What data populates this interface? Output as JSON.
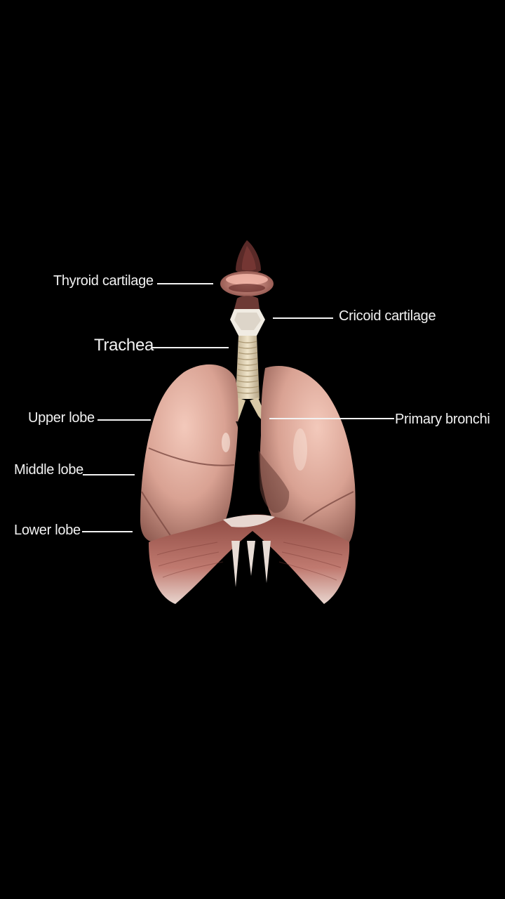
{
  "labels": {
    "thyroid_cartilage": "Thyroid cartilage",
    "cricoid_cartilage": "Cricoid cartilage",
    "trachea": "Trachea",
    "upper_lobe": "Upper lobe",
    "primary_bronchi": "Primary bronchi",
    "middle_lobe": "Middle lobe",
    "lower_lobe": "Lower lobe"
  },
  "colors": {
    "background": "#000000",
    "label_text": "#f2f2f2",
    "lung": "#d9a89a",
    "diaphragm": "#b86c62",
    "cartilage": "#e6dcc4"
  }
}
